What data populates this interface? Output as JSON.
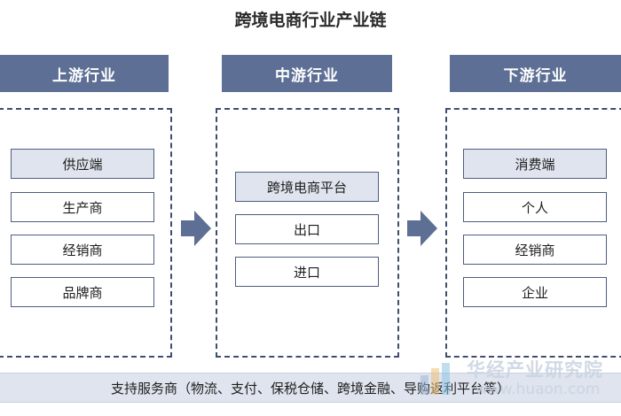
{
  "title": "跨境电商行业产业链",
  "columns": [
    {
      "header": "上游行业",
      "items": [
        "供应端",
        "生产商",
        "经销商",
        "品牌商"
      ]
    },
    {
      "header": "中游行业",
      "items": [
        "跨境电商平台",
        "出口",
        "进口"
      ]
    },
    {
      "header": "下游行业",
      "items": [
        "消费端",
        "个人",
        "经销商",
        "企业"
      ]
    }
  ],
  "footer": "支持服务商（物流、支付、保税仓储、跨境金融、导购返利平台等）",
  "watermark": {
    "name": "华经产业研究院",
    "url": "www.huaon.com"
  },
  "colors": {
    "header_bg": "#5d6f94",
    "highlight_bg": "#dfe4ee",
    "border": "#4e5d80",
    "arrow": "#5d6f94"
  }
}
